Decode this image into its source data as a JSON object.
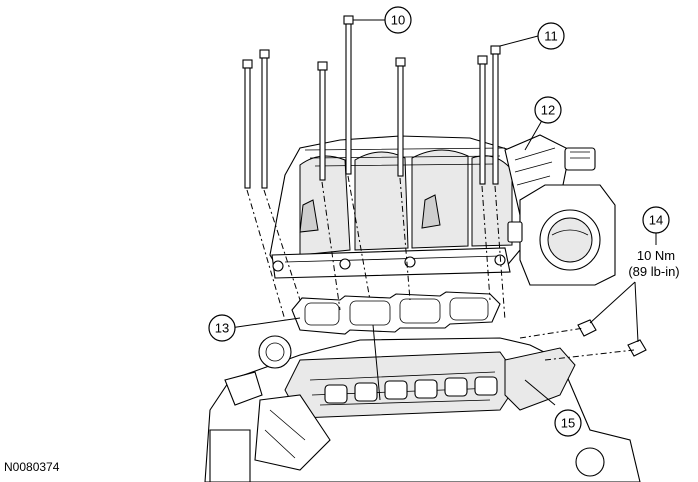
{
  "figure_id": "N0080374",
  "callouts": [
    {
      "label": "10"
    },
    {
      "label": "11"
    },
    {
      "label": "12"
    },
    {
      "label": "13"
    },
    {
      "label": "14"
    },
    {
      "label": "15"
    }
  ],
  "torque": {
    "nm": "10 Nm",
    "lbin": "(89 lb-in)"
  }
}
